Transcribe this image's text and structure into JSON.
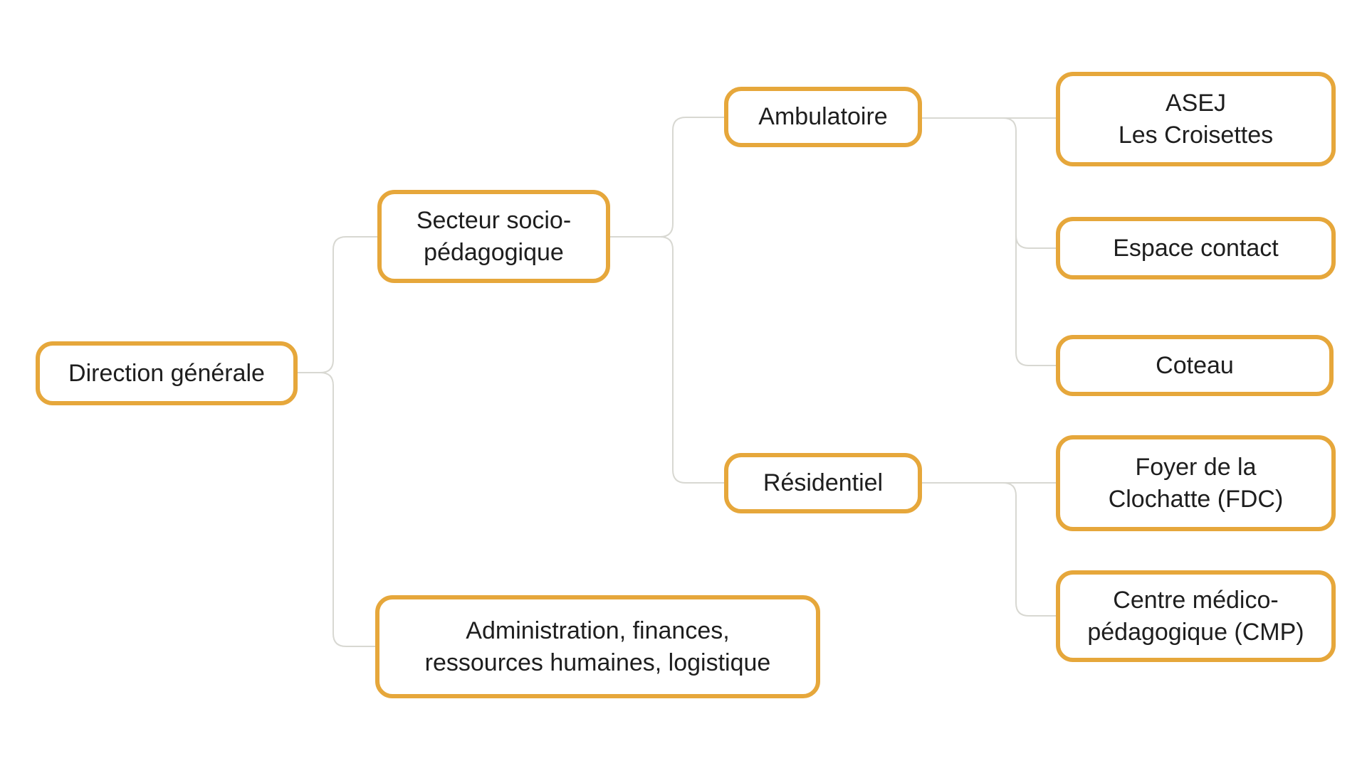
{
  "diagram": {
    "type": "org-chart",
    "title": "",
    "nodes": {
      "direction": {
        "label": "Direction générale",
        "level": 1
      },
      "secteur": {
        "label": "Secteur socio-\npédagogique",
        "level": 2
      },
      "administration": {
        "label": "Administration, finances,\nressources humaines, logistique",
        "level": 2
      },
      "ambulatoire": {
        "label": "Ambulatoire",
        "level": 3
      },
      "residentiel": {
        "label": "Résidentiel",
        "level": 3
      },
      "asej": {
        "label": "ASEJ\nLes Croisettes",
        "level": 4
      },
      "espace_contact": {
        "label": "Espace contact",
        "level": 4
      },
      "coteau": {
        "label": "Coteau",
        "level": 4
      },
      "foyer": {
        "label": "Foyer de la\nClochatte (FDC)",
        "level": 4
      },
      "cmp": {
        "label": "Centre médico-\npédagogique (CMP)",
        "level": 4
      }
    },
    "hierarchy": [
      {
        "parent": "Direction générale",
        "children": [
          "Secteur socio-pédagogique",
          "Administration, finances, ressources humaines, logistique"
        ]
      },
      {
        "parent": "Secteur socio-pédagogique",
        "children": [
          "Ambulatoire",
          "Résidentiel"
        ]
      },
      {
        "parent": "Ambulatoire",
        "children": [
          "ASEJ Les Croisettes",
          "Espace contact",
          "Coteau"
        ]
      },
      {
        "parent": "Résidentiel",
        "children": [
          "Foyer de la Clochatte (FDC)",
          "Centre médico-pédagogique (CMP)"
        ]
      }
    ],
    "colors": {
      "node_border": "#E6A73B",
      "connector": "#D8D8D2",
      "text": "#1E1E1E",
      "background": "#FFFFFF"
    }
  }
}
